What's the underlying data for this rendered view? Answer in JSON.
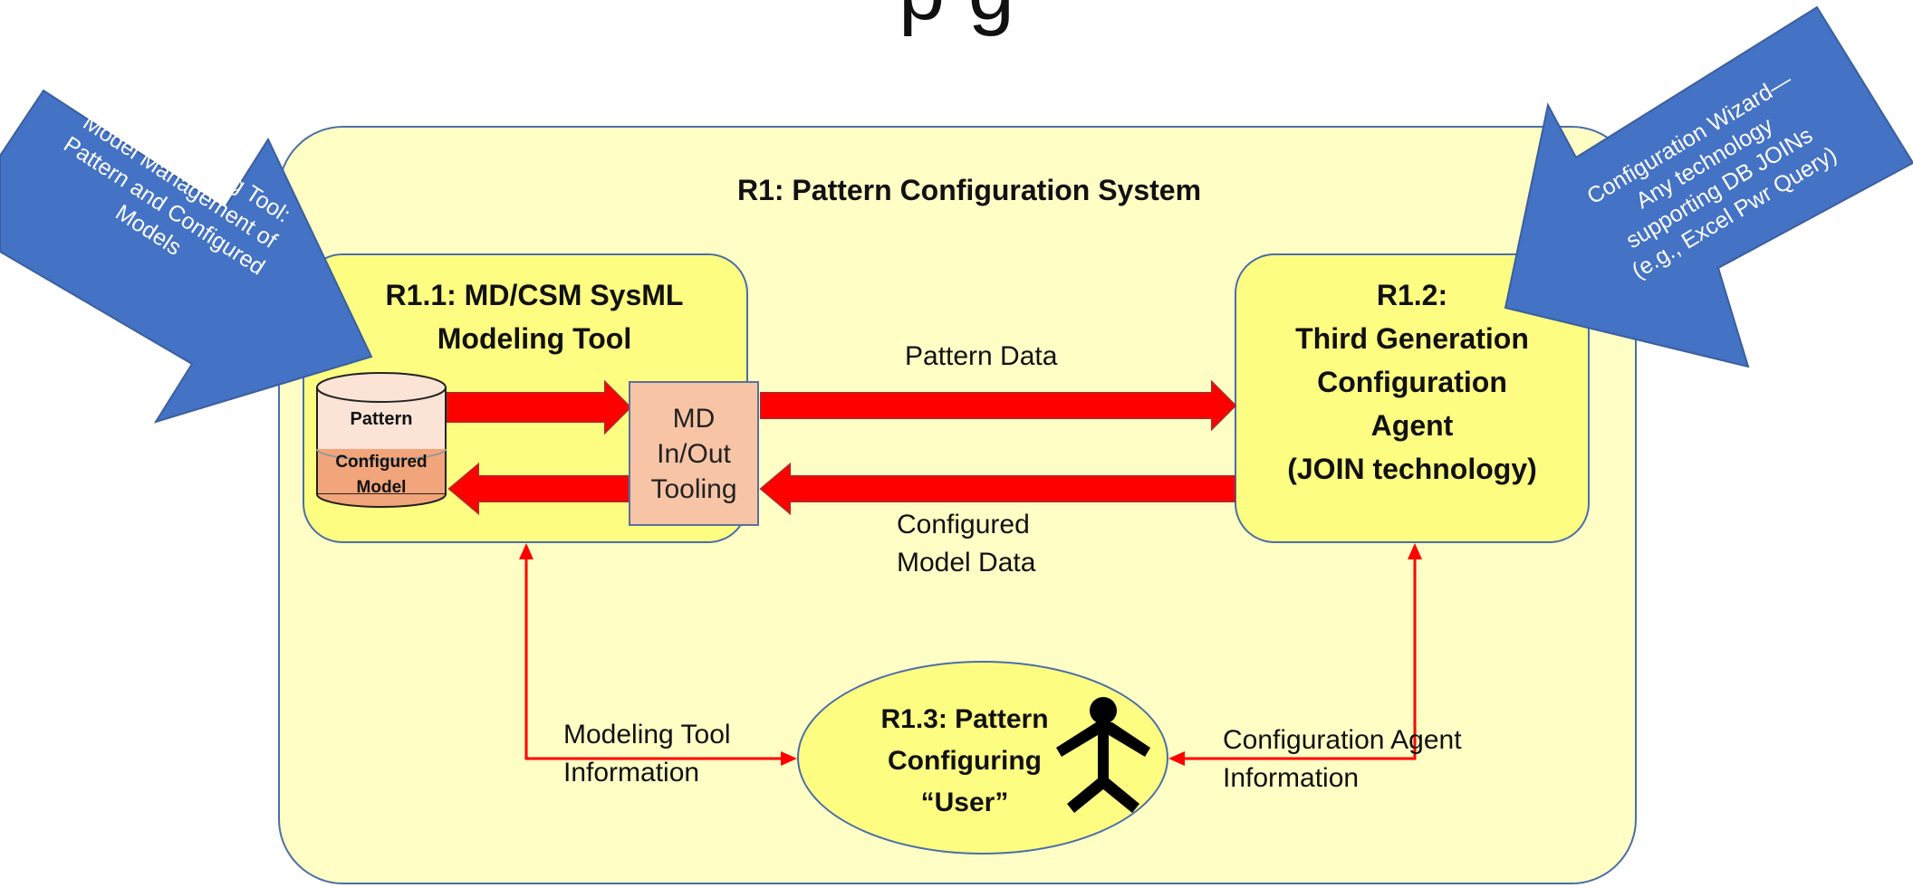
{
  "title_fragment": "p                g",
  "system": {
    "label": "R1: Pattern Configuration System"
  },
  "tool_box": {
    "line1": "R1.1: MD/CSM SysML",
    "line2": "Modeling Tool"
  },
  "agent_box": {
    "line1": "R1.2:",
    "line2": "Third Generation",
    "line3": "Configuration",
    "line4": "Agent",
    "line5": "(JOIN technology)"
  },
  "database": {
    "top_label": "Pattern",
    "bottom_label_1": "Configured",
    "bottom_label_2": "Model"
  },
  "md_tooling": {
    "line1": "MD",
    "line2": "In/Out",
    "line3": "Tooling"
  },
  "flows": {
    "pattern_data": "Pattern Data",
    "configured_model_data_1": "Configured",
    "configured_model_data_2": "Model Data",
    "modeling_tool_info_1": "Modeling Tool",
    "modeling_tool_info_2": "Information",
    "agent_info_1": "Configuration Agent",
    "agent_info_2": "Information"
  },
  "user_node": {
    "line1": "R1.3: Pattern",
    "line2": "Configuring",
    "line3": "“User”"
  },
  "callout_left": {
    "line1": "SysML Modeling Tool:",
    "line2": "Model Management of",
    "line3": "Pattern and Configured",
    "line4": "Models"
  },
  "callout_right": {
    "line1": "Configuration Wizard—",
    "line2": "Any technology",
    "line3": "supporting DB JOINs",
    "line4": "(e.g., Excel Pwr Query)"
  },
  "colors": {
    "outer_fill": "#fffec5",
    "box_fill": "#fdfd82",
    "border": "#4a6ea8",
    "arrow_red": "#ff0000",
    "callout_blue": "#4472c4",
    "md_tooling_fill": "#f7c4a5"
  }
}
